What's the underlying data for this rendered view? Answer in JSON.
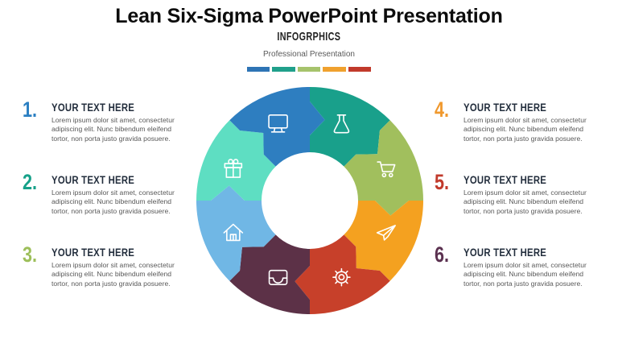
{
  "header": {
    "title": "Lean Six-Sigma PowerPoint Presentation",
    "subtitle": "INFOGRPHICS",
    "tagline": "Professional Presentation",
    "bar_colors": [
      "#2e74b5",
      "#20a08b",
      "#a6c36c",
      "#f0a12e",
      "#c13a2b"
    ]
  },
  "wheel": {
    "description": "8-part circular process cycle, arrows pointing clockwise",
    "segments": [
      {
        "icon": "flask-icon",
        "color": "#19a08b"
      },
      {
        "icon": "cart-icon",
        "color": "#a1bf5d"
      },
      {
        "icon": "paper-plane-icon",
        "color": "#f4a120"
      },
      {
        "icon": "gear-icon",
        "color": "#c7402a"
      },
      {
        "icon": "inbox-icon",
        "color": "#5c3147"
      },
      {
        "icon": "home-icon",
        "color": "#70b7e5"
      },
      {
        "icon": "gift-icon",
        "color": "#5edec2"
      },
      {
        "icon": "monitor-icon",
        "color": "#2e7ec0"
      }
    ]
  },
  "items": [
    {
      "number": "1.",
      "number_color": "#2b7fc2",
      "heading": "YOUR TEXT HERE",
      "body": "Lorem ipsum dolor sit amet, consectetur adipiscing elit. Nunc bibendum eleifend tortor, non porta justo gravida posuere."
    },
    {
      "number": "2.",
      "number_color": "#16a189",
      "heading": "YOUR TEXT HERE",
      "body": "Lorem ipsum dolor sit amet, consectetur adipiscing elit. Nunc bibendum eleifend tortor, non porta justo gravida posuere."
    },
    {
      "number": "3.",
      "number_color": "#9dbf5a",
      "heading": "YOUR TEXT HERE",
      "body": "Lorem ipsum dolor sit amet, consectetur adipiscing elit. Nunc bibendum eleifend tortor, non porta justo gravida posuere."
    },
    {
      "number": "4.",
      "number_color": "#f0992e",
      "heading": "YOUR TEXT HERE",
      "body": "Lorem ipsum dolor sit amet, consectetur adipiscing elit. Nunc bibendum eleifend tortor, non porta justo gravida posuere."
    },
    {
      "number": "5.",
      "number_color": "#c13a2c",
      "heading": "YOUR TEXT HERE",
      "body": "Lorem ipsum dolor sit amet, consectetur adipiscing elit. Nunc bibendum eleifend tortor, non porta justo gravida posuere."
    },
    {
      "number": "6.",
      "number_color": "#5b3150",
      "heading": "YOUR TEXT HERE",
      "body": "Lorem ipsum dolor sit amet, consectetur adipiscing elit. Nunc bibendum eleifend tortor, non porta justo gravida posuere."
    }
  ]
}
